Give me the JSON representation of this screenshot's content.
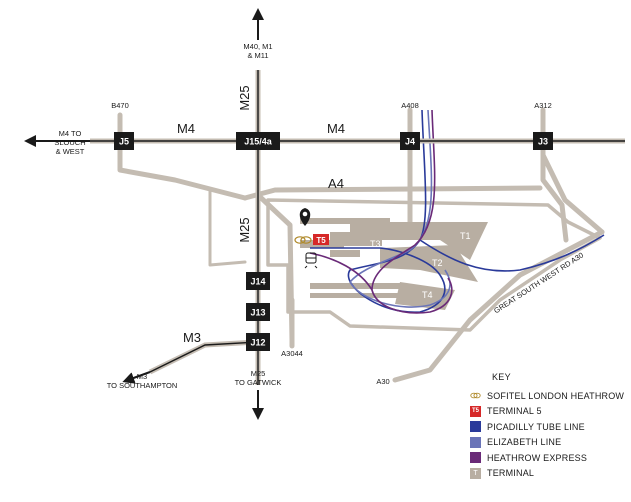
{
  "motorways": {
    "m4": "M4",
    "m25": "M25",
    "m3": "M3",
    "a4": "A4"
  },
  "junctions": {
    "j5": "J5",
    "j15": "J15/4a",
    "j4": "J4",
    "j3": "J3",
    "j14": "J14",
    "j13": "J13",
    "j12": "J12"
  },
  "destinations": {
    "north_l1": "M40, M1",
    "north_l2": "& M11",
    "west_l1": "M4 TO",
    "west_l2": "SLOUCH",
    "west_l3": "& WEST",
    "sw_l1": "M3",
    "sw_l2": "TO SOUTHAMPTON",
    "south_l1": "M25",
    "south_l2": "TO GATWICK"
  },
  "roads": {
    "b470": "B470",
    "a408": "A408",
    "a312": "A312",
    "a3044": "A3044",
    "a30": "A30",
    "gsw": "GREAT SOUTH WEST RD A30"
  },
  "terminals": {
    "t1": "T1",
    "t2": "T2",
    "t3": "T3",
    "t4": "T4",
    "t5": "T5"
  },
  "key": {
    "title": "KEY",
    "items": [
      {
        "label": "SOFITEL LONDON HEATHROW",
        "icon": "sofitel-icon"
      },
      {
        "label": "TERMINAL 5",
        "icon": "t5-icon"
      },
      {
        "label": "PICADILLY TUBE LINE",
        "color": "#2a3a9a"
      },
      {
        "label": "ELIZABETH LINE",
        "color": "#6a74b8"
      },
      {
        "label": "HEATHROW EXPRESS",
        "color": "#6a2a78"
      },
      {
        "label": "TERMINAL",
        "color": "#b8aea2"
      }
    ]
  },
  "colors": {
    "motorway": "#1a1a1a",
    "road": "#c4bcb2",
    "airport_outline": "#c4bcb2",
    "terminal": "#b8aea2",
    "t5_red": "#d62828",
    "sofitel_gold": "#b08a2a",
    "piccadilly": "#2a3a9a",
    "elizabeth": "#6a74b8",
    "heathrow_express": "#6a2a78"
  }
}
